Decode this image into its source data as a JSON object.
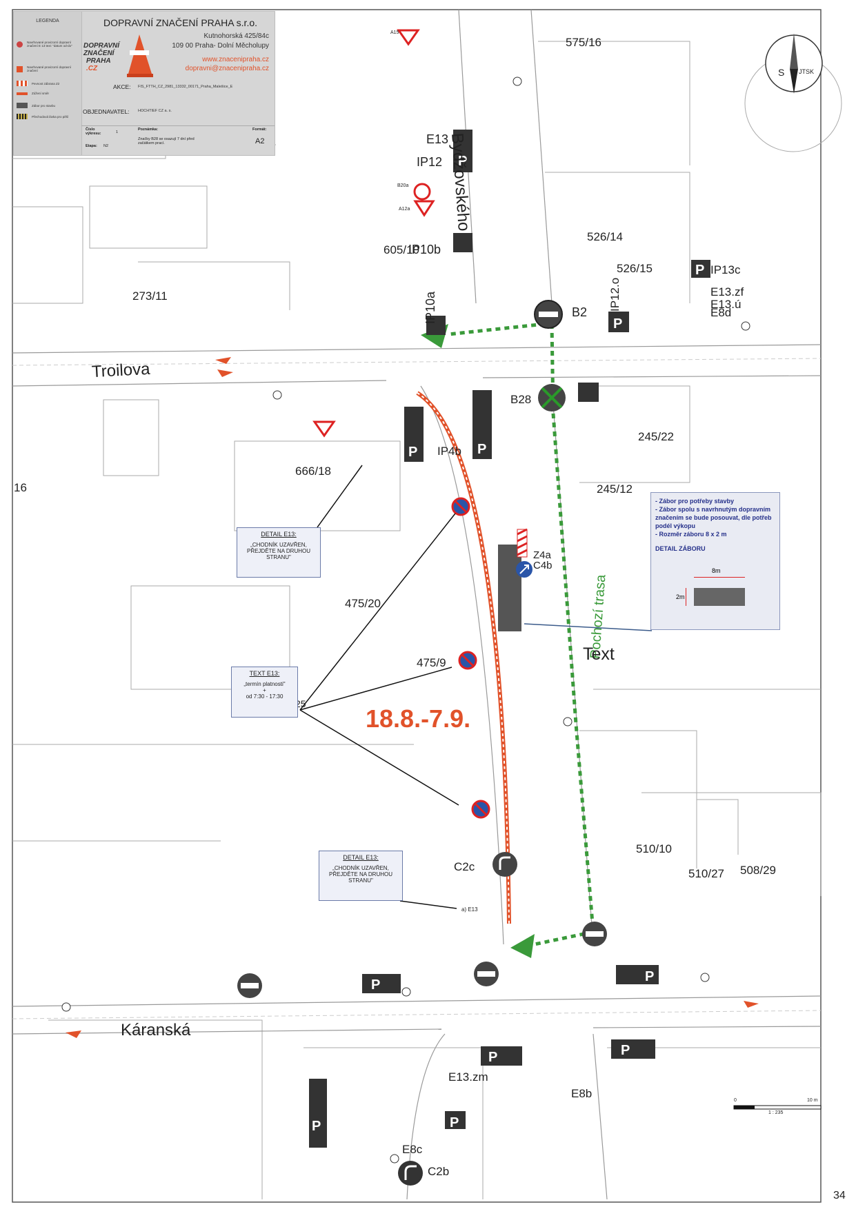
{
  "legend": {
    "title": "LEGENDA",
    "items": [
      "Navrhované provizorní dopravní značení E 13 text: \"datum od-do\"",
      "Navrhované provizorní dopravní značení",
      "Pevnost zábrana Z2",
      "Zúžení směr",
      "Zábor pro stavbu",
      "Přechodová lávka pro pěší"
    ]
  },
  "company": {
    "name": "DOPRAVNÍ ZNAČENÍ PRAHA s.r.o.",
    "address1": "Kutnohorská 425/84c",
    "address2": "109 00 Praha- Dolní Měcholupy",
    "web": "www.znacenipraha.cz",
    "email": "dopravni@znacenipraha.cz",
    "logo_text": [
      "DOPRAVNÍ",
      "ZNAČENÍ",
      "PRAHA",
      ".CZ"
    ]
  },
  "akce": {
    "label": "AKCE:",
    "value": "FIS_FTTH_CZ_2981_13332_00171_Praha_Malešice_E"
  },
  "objednavatel": {
    "label": "OBJEDNAVATEL:",
    "value": "HOCHTIEF CZ a. s."
  },
  "footer": {
    "cislo_label": "Číslo výkresu:",
    "cislo_value": "1",
    "etapa_label": "Etapa:",
    "etapa_value": "N2",
    "poznamka_label": "Poznámka:",
    "poznamka_value": "Značky B28 se osazují 7 dní před začátkem prací.",
    "format_label": "Formát:",
    "format_value": "A2"
  },
  "north": {
    "s": "S",
    "jtsk": "JTSK"
  },
  "streets": {
    "troilova": "Troilova",
    "bydzovskeho": "Bydžovského",
    "karanska": "Káranská",
    "route": "Pochozí trasa"
  },
  "parcels": [
    "575/16",
    "526/14",
    "526/15",
    "273/11",
    "245/22",
    "245/12",
    "666/18",
    "475/20",
    "475/9",
    "510/10",
    "510/27",
    "508/29",
    "16",
    "605/10",
    "25"
  ],
  "date_label": "18.8.-7.9.",
  "text_label": "Text",
  "sign_labels": [
    "A15",
    "B20a",
    "A12a",
    "IP12",
    "E13",
    "IP10b",
    "IP10a",
    "B2",
    "IP12.o",
    "IP13c",
    "E13.zf",
    "E13.ú",
    "E8d",
    "B28",
    "IP4b",
    "C4b",
    "Z4a",
    "C2c",
    "a) E13",
    "E13.zm",
    "E8b",
    "E8c",
    "C2b"
  ],
  "notes": {
    "detail1_title": "DETAIL E13:",
    "detail1_text": "„CHODNÍK UZAVŘEN, PŘEJDĚTE NA DRUHOU STRANU\"",
    "text_title": "TEXT E13:",
    "text_line1": "„termín platnosti\"",
    "text_line2": "+",
    "text_line3": "od 7:30 - 17:30",
    "detail2_title": "DETAIL E13:",
    "detail2_text": "„CHODNÍK UZAVŘEN, PŘEJDĚTE NA DRUHOU STRANU\""
  },
  "zabor": {
    "lines": [
      "- Zábor pro potřeby stavby",
      "- Zábor spolu s navrhnutým dopravním značením se bude posouvat, dle potřeb podél výkopu",
      "- Rozměr záboru 8 x 2 m"
    ],
    "detail_title": "DETAIL ZÁBORU",
    "dim_w": "8m",
    "dim_h": "2m"
  },
  "scale": {
    "start": "0",
    "end": "10 m",
    "ratio": "1 : 235"
  },
  "page_number": "34",
  "colors": {
    "accent": "#e1522a",
    "route": "#3a9a3a",
    "note_border": "#6a7aa8"
  }
}
